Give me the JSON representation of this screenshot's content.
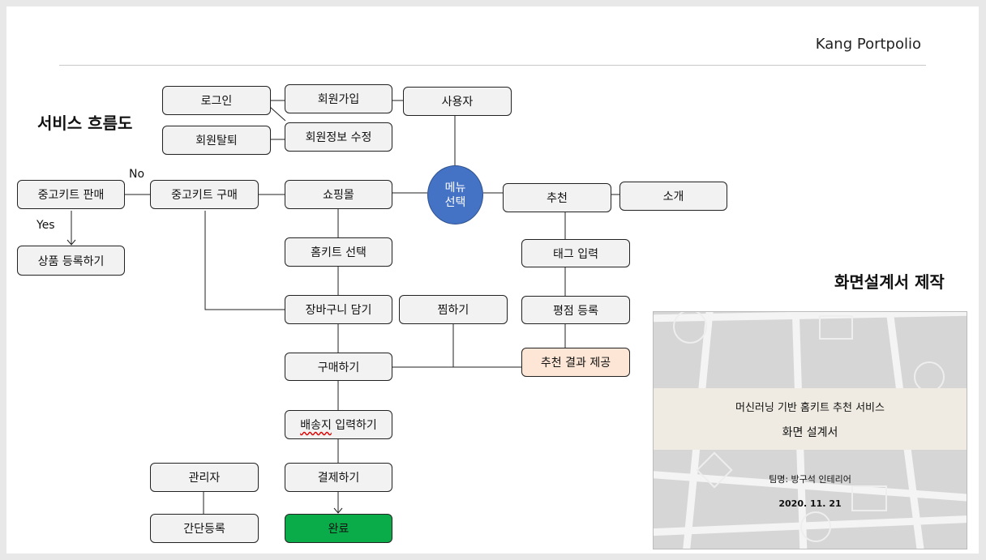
{
  "header": {
    "title": "Kang Portpolio"
  },
  "sections": {
    "service_flow": "서비스 흐름도",
    "screen_design": "화면설계서 제작"
  },
  "nodes": {
    "login": "로그인",
    "signup": "회원가입",
    "user": "사용자",
    "withdraw": "회원탈퇴",
    "edit_info": "회원정보 수정",
    "used_sell": "중고키트 판매",
    "used_buy": "중고키트 구매",
    "mall": "쇼핑몰",
    "menu": "메뉴\n선택",
    "recommend": "추천",
    "intro": "소개",
    "register_item": "상품 등록하기",
    "homekit_select": "홈키트 선택",
    "tag_input": "태그 입력",
    "cart": "장바구니 담기",
    "wish": "찜하기",
    "rating": "평점 등록",
    "purchase": "구매하기",
    "rec_result": "추천 결과 제공",
    "address_a": "배송지",
    "address_b": " 입력하기",
    "payment": "결제하기",
    "admin": "관리자",
    "simple_reg": "간단등록",
    "done": "완료"
  },
  "edge_labels": {
    "no": "No",
    "yes": "Yes"
  },
  "card": {
    "line1": "머신러닝 기반 홈키트 추천 서비스",
    "line2": "화면 설계서",
    "team": "팀명: 방구석 인테리어",
    "date": "2020. 11. 21"
  },
  "colors": {
    "menu_circle": "#4472c4",
    "done_box": "#0aac4a",
    "result_box": "#fde6d5",
    "box": "#f2f2f2"
  }
}
